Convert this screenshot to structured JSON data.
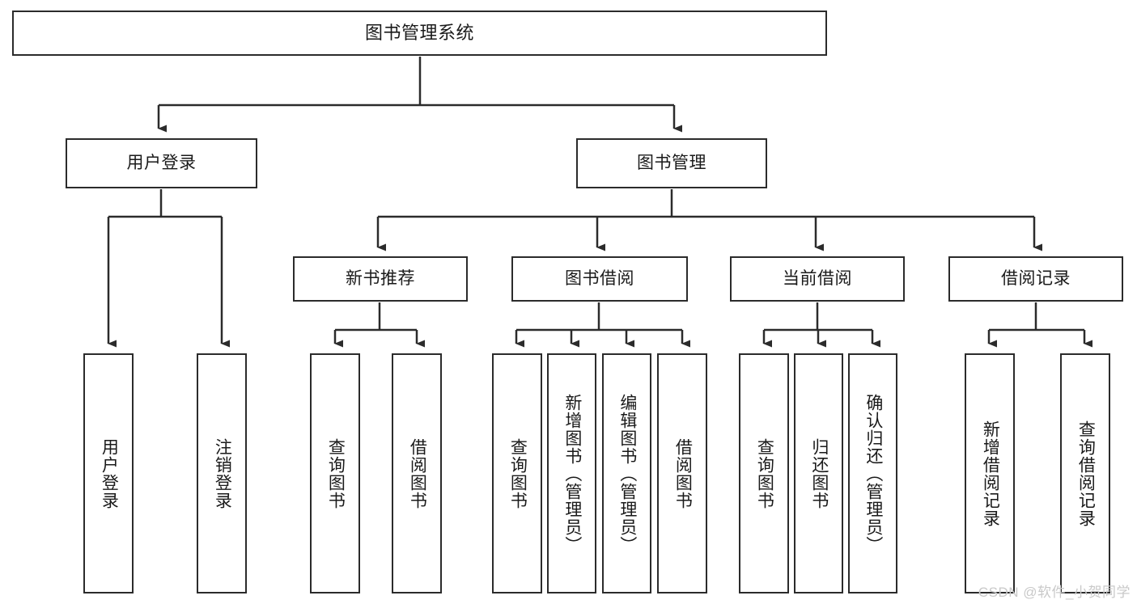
{
  "diagram": {
    "title": "图书管理系统",
    "type": "tree-hierarchy",
    "watermark": "CSDN @软件_小贺同学",
    "colors": {
      "stroke": "#2b2b2b",
      "fill": "#ffffff",
      "text": "#1a1a1a",
      "watermark": "#c9c9c9"
    },
    "nodes": {
      "root": {
        "label": "图书管理系统"
      },
      "level2": [
        {
          "id": "user-login",
          "label": "用户登录"
        },
        {
          "id": "book-manage",
          "label": "图书管理"
        }
      ],
      "level3": [
        {
          "id": "new-book-rec",
          "label": "新书推荐"
        },
        {
          "id": "book-borrow",
          "label": "图书借阅"
        },
        {
          "id": "current-borrow",
          "label": "当前借阅"
        },
        {
          "id": "borrow-record",
          "label": "借阅记录"
        }
      ],
      "leaves": {
        "user_login": [
          {
            "id": "leaf-user-login",
            "label": "用户登录"
          },
          {
            "id": "leaf-logout-login",
            "label": "注销登录"
          }
        ],
        "new_book_rec": [
          {
            "id": "leaf-query-book-1",
            "label": "查询图书"
          },
          {
            "id": "leaf-borrow-book-1",
            "label": "借阅图书"
          }
        ],
        "book_borrow": [
          {
            "id": "leaf-query-book-2",
            "label": "查询图书"
          },
          {
            "id": "leaf-add-book",
            "label": "新增图书（管理员）"
          },
          {
            "id": "leaf-edit-book",
            "label": "编辑图书（管理员）"
          },
          {
            "id": "leaf-borrow-book-2",
            "label": "借阅图书"
          }
        ],
        "current_borrow": [
          {
            "id": "leaf-query-book-3",
            "label": "查询图书"
          },
          {
            "id": "leaf-return-book",
            "label": "归还图书"
          },
          {
            "id": "leaf-confirm-return",
            "label": "确认归还（管理员）"
          }
        ],
        "borrow_record": [
          {
            "id": "leaf-add-record",
            "label": "新增借阅记录"
          },
          {
            "id": "leaf-query-record",
            "label": "查询借阅记录"
          }
        ]
      }
    }
  }
}
